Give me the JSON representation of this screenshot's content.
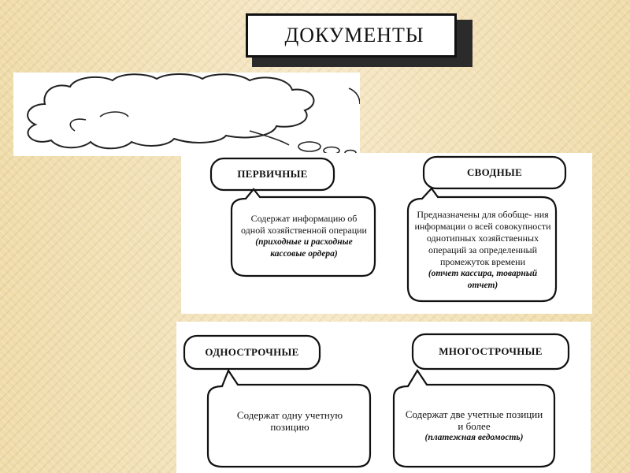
{
  "title": "ДОКУМЕНТЫ",
  "groups": [
    {
      "left": {
        "heading": "ПЕРВИЧНЫЕ",
        "text": "Содержат информацию об одной хозяйственной операции",
        "example": "(приходные и расходные кассовые ордера)"
      },
      "right": {
        "heading": "СВОДНЫЕ",
        "text": "Предназначены для обобще- ния информации о всей совокупности однотипных хозяйственных операций за определенный промежуток времени",
        "example": "(отчет кассира, товарный отчет)"
      }
    },
    {
      "left": {
        "heading": "ОДНОСТРОЧНЫЕ",
        "text": "Содержат одну учетную позицию",
        "example": ""
      },
      "right": {
        "heading": "МНОГОСТРОЧНЫЕ",
        "text": "Содержат две учетные позиции и более",
        "example": "(платежная ведомость)"
      }
    }
  ]
}
